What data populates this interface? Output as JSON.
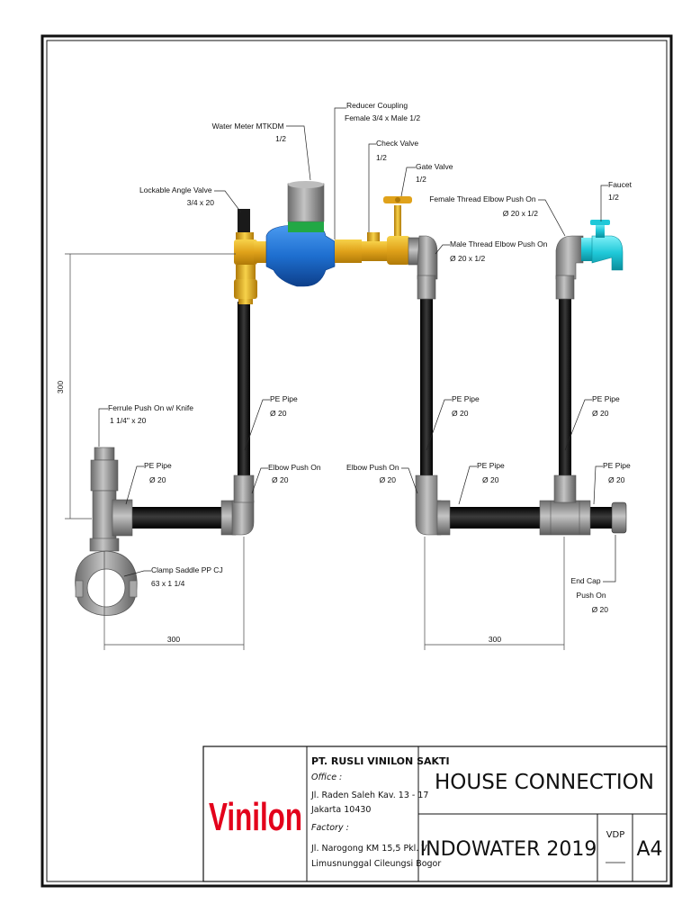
{
  "labels": {
    "water_meter": [
      "Water Meter MTKDM",
      "1/2"
    ],
    "reducer_coupling": [
      "Reducer Coupling",
      "Female 3/4 x Male 1/2"
    ],
    "check_valve": [
      "Check Valve",
      "1/2"
    ],
    "gate_valve": [
      "Gate Valve",
      "1/2"
    ],
    "lockable_angle_valve": [
      "Lockable Angle Valve",
      "3/4 x 20"
    ],
    "female_thread_elbow": [
      "Female Thread Elbow Push On",
      "Ø 20 x 1/2"
    ],
    "faucet": [
      "Faucet",
      "1/2"
    ],
    "male_thread_elbow": [
      "Male Thread Elbow Push On",
      "Ø 20 x 1/2"
    ],
    "ferrule": [
      "Ferrule Push On w/ Knife",
      "1 1/4\" x 20"
    ],
    "pe_pipe_riser_left": [
      "PE Pipe",
      "Ø 20"
    ],
    "pe_pipe_riser_mid": [
      "PE Pipe",
      "Ø 20"
    ],
    "pe_pipe_riser_right": [
      "PE Pipe",
      "Ø 20"
    ],
    "pe_pipe_h_left": [
      "PE Pipe",
      "Ø 20"
    ],
    "pe_pipe_h_mid": [
      "PE Pipe",
      "Ø 20"
    ],
    "pe_pipe_h_right": [
      "PE Pipe",
      "Ø 20"
    ],
    "elbow_left": [
      "Elbow Push On",
      "Ø 20"
    ],
    "elbow_mid": [
      "Elbow Push On",
      "Ø 20"
    ],
    "clamp_saddle": [
      "Clamp Saddle PP CJ",
      "63 x 1 1/4"
    ],
    "end_cap": [
      "End Cap",
      "Push On",
      "Ø 20"
    ]
  },
  "dimensions": {
    "vertical": "300",
    "horizontal_left": "300",
    "horizontal_right": "300"
  },
  "title_block": {
    "logo": "Vinilon",
    "company": "PT. RUSLI VINILON SAKTI",
    "office_label": "Office :",
    "office_lines": [
      "Jl. Raden Saleh Kav. 13 - 17",
      "Jakarta 10430"
    ],
    "factory_label": "Factory :",
    "factory_lines": [
      "Jl.  Narogong KM 15,5 Pkl.  VI",
      "Limusnunggal Cileungsi Bogor"
    ],
    "title": "HOUSE CONNECTION",
    "subtitle": "INDOWATER 2019",
    "vdp": "VDP",
    "sheet": "A4"
  },
  "colors": {
    "frame": "#111111",
    "pipe_black": "#141414",
    "fitting_gray": "#8c8c8c",
    "brass": "#e0a21a",
    "meter_blue": "#1e6fd0",
    "meter_green": "#22a845",
    "faucet_cyan": "#1fc8d8",
    "logo_red": "#e3001b"
  }
}
